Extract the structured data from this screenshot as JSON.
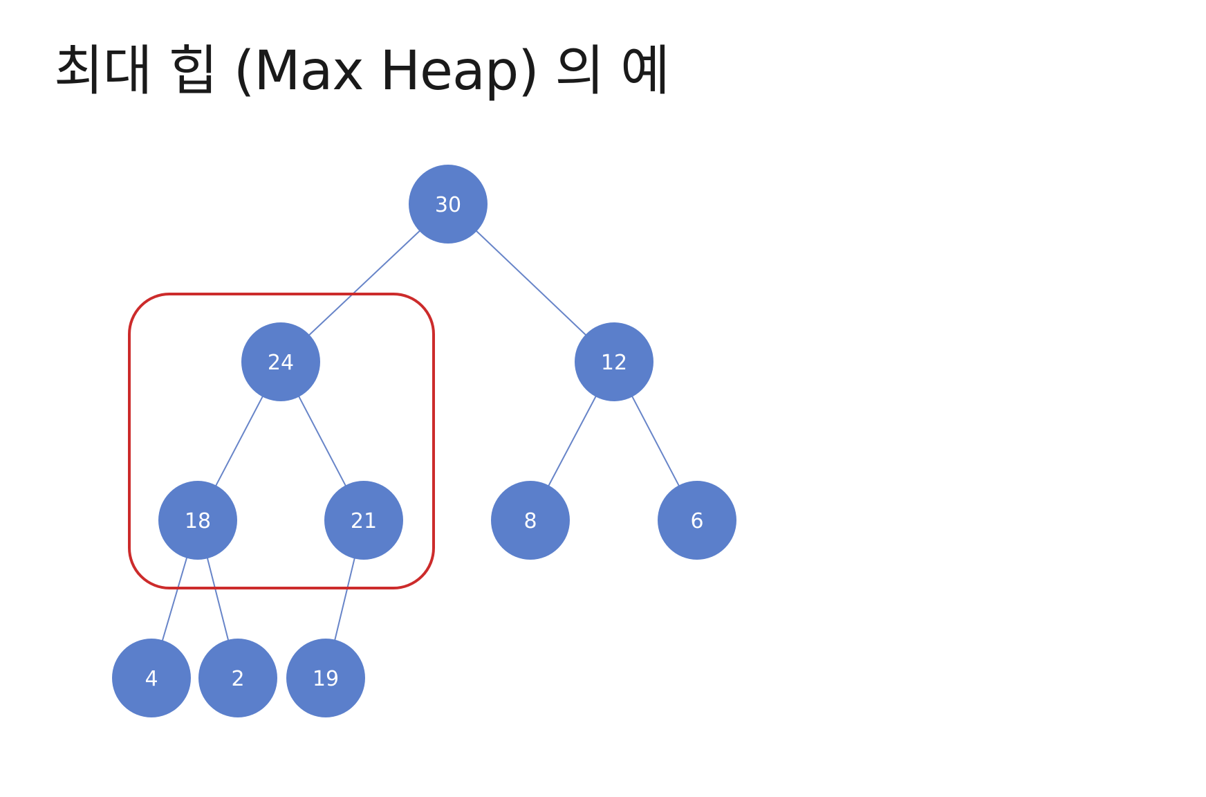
{
  "slide": {
    "title": "최대 힙 (Max Heap) 의 예"
  },
  "colors": {
    "node_fill": "#5b7fcb",
    "edge_stroke": "#6784c8",
    "highlight_stroke": "#cc2b2b",
    "label_text": "#ffffff"
  },
  "tree": {
    "nodes": [
      {
        "id": "n30",
        "label": "30"
      },
      {
        "id": "n24",
        "label": "24"
      },
      {
        "id": "n12",
        "label": "12"
      },
      {
        "id": "n18",
        "label": "18"
      },
      {
        "id": "n21",
        "label": "21"
      },
      {
        "id": "n8",
        "label": "8"
      },
      {
        "id": "n6",
        "label": "6"
      },
      {
        "id": "n4",
        "label": "4"
      },
      {
        "id": "n2",
        "label": "2"
      },
      {
        "id": "n19",
        "label": "19"
      }
    ],
    "edges": [
      {
        "from": "n30",
        "to": "n24"
      },
      {
        "from": "n30",
        "to": "n12"
      },
      {
        "from": "n24",
        "to": "n18"
      },
      {
        "from": "n24",
        "to": "n21"
      },
      {
        "from": "n12",
        "to": "n8"
      },
      {
        "from": "n12",
        "to": "n6"
      },
      {
        "from": "n18",
        "to": "n4"
      },
      {
        "from": "n18",
        "to": "n2"
      },
      {
        "from": "n21",
        "to": "n19"
      }
    ],
    "highlight": {
      "encloses": [
        "n24",
        "n18",
        "n21"
      ]
    }
  }
}
